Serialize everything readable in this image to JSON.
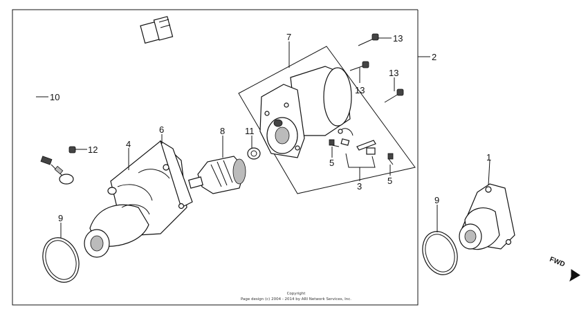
{
  "callouts": {
    "c1": "1",
    "c2": "2",
    "c3": "3",
    "c4": "4",
    "c5a": "5",
    "c5b": "5",
    "c6": "6",
    "c7": "7",
    "c8": "8",
    "c9a": "9",
    "c9b": "9",
    "c10": "10",
    "c11": "11",
    "c12": "12",
    "c13a": "13",
    "c13b": "13",
    "c13c": "13"
  },
  "copyright": {
    "line1": "Copyright",
    "line2": "Page design (c) 2004 - 2014 by ARI Network Services, Inc."
  },
  "direction_marker": "FWD"
}
